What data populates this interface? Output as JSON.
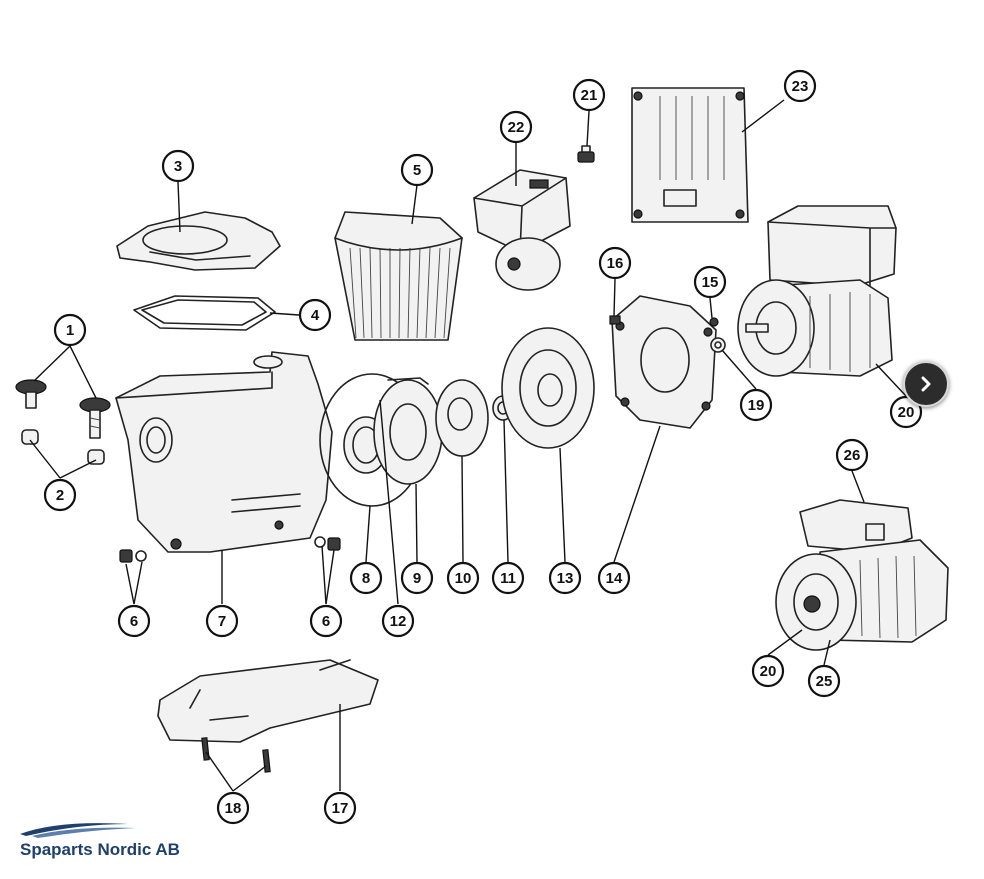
{
  "diagram": {
    "callouts": [
      "1",
      "2",
      "3",
      "4",
      "5",
      "6",
      "6",
      "7",
      "8",
      "9",
      "10",
      "11",
      "12",
      "13",
      "14",
      "15",
      "16",
      "17",
      "18",
      "19",
      "20",
      "20",
      "21",
      "22",
      "23",
      "25",
      "26"
    ]
  },
  "navigation": {
    "next_icon": "chevron-right-icon"
  },
  "logo": {
    "text": "Spaparts Nordic AB",
    "brand_color": "#1f3f6e"
  }
}
